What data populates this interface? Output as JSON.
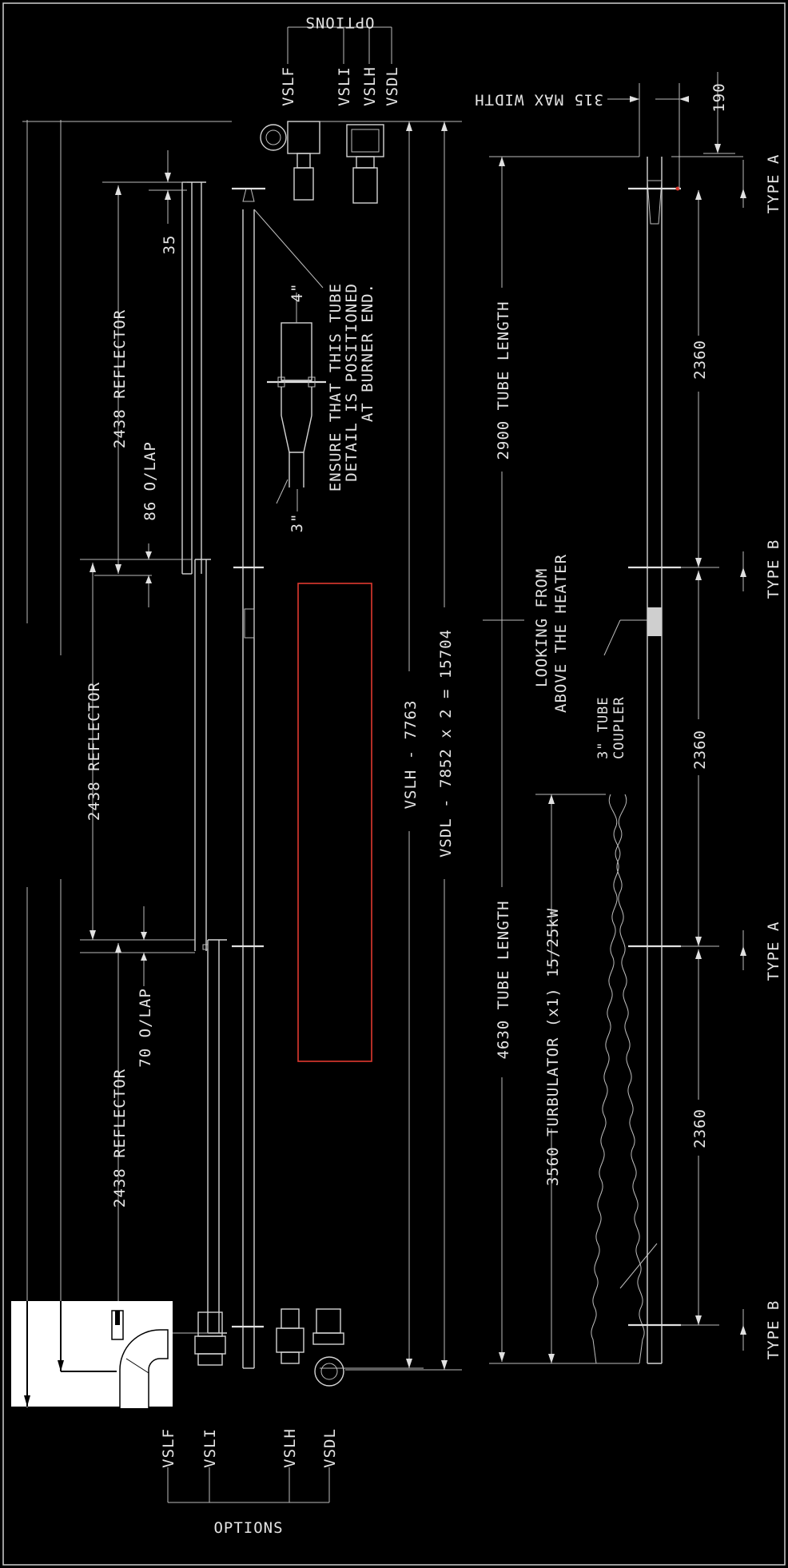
{
  "colors": {
    "background": "#000000",
    "lines": "#d4d4d4",
    "highlight_box": "#e03a2f",
    "inset_background": "#ffffff"
  },
  "labels": {
    "reflector_top": "2438 REFLECTOR",
    "reflector_mid": "2438 REFLECTOR",
    "reflector_bottom": "2438 REFLECTOR",
    "overlap_86": "86 O/LAP",
    "overlap_70": "70 O/LAP",
    "dim_35": "35",
    "dim_190": "190",
    "max_width": "315 MAX WIDTH",
    "vslh_length": "VSLH - 7763",
    "vsdl_length": "VSDL - 7852 x 2 = 15704",
    "tube_length_top": "2900 TUBE LENGTH",
    "tube_length_bottom": "4630 TUBE LENGTH",
    "turbulator": "3560 TURBULATOR (x1) 15/25kW",
    "looking_line1": "LOOKING FROM",
    "looking_line2": "ABOVE THE HEATER",
    "coupler_line1": "3\" TUBE",
    "coupler_line2": "COUPLER",
    "ensure_line1": "ENSURE THAT THIS TUBE",
    "ensure_line2": "DETAIL IS POSITIONED",
    "ensure_line3": "AT BURNER END.",
    "detail_4in": "4\"",
    "detail_3in": "3\"",
    "spacing_1": "2360",
    "spacing_2": "2360",
    "spacing_3": "2360",
    "type_a_1": "TYPE A",
    "type_b_1": "TYPE B",
    "type_a_2": "TYPE A",
    "type_b_2": "TYPE B",
    "options_top": "OPTIONS",
    "options_bottom": "OPTIONS",
    "opt_top_vslf": "VSLF",
    "opt_top_vsli": "VSLI",
    "opt_top_vslh": "VSLH",
    "opt_top_vsdl": "VSDL",
    "opt_bot_vslf": "VSLF",
    "opt_bot_vsli": "VSLI",
    "opt_bot_vslh": "VSLH",
    "opt_bot_vsdl": "VSDL"
  },
  "icons": {
    "top_burner": "burner-unit-icon",
    "bottom_burner": "burner-unit-icon",
    "elbow": "tube-elbow-icon"
  }
}
